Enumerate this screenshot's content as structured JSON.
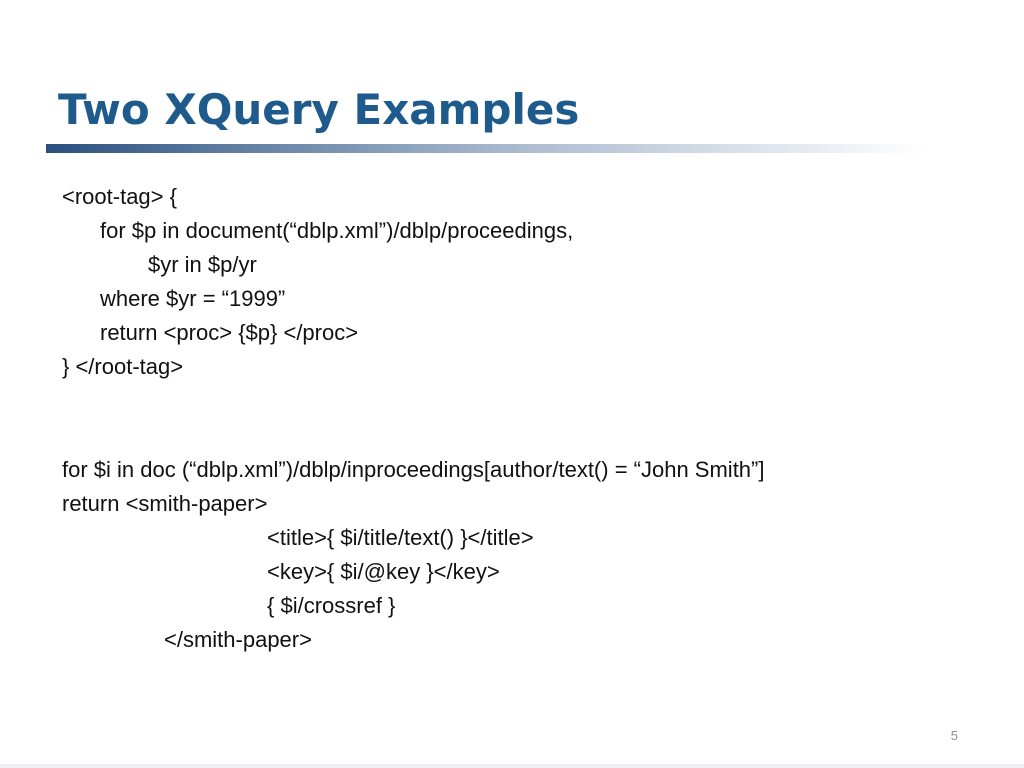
{
  "slide": {
    "title": "Two XQuery Examples",
    "page_number": "5",
    "query1": [
      "<root-tag> {",
      "for $p in document(“dblp.xml”)/dblp/proceedings,",
      "$yr in $p/yr",
      "where $yr = “1999”",
      "return <proc> {$p} </proc>",
      "} </root-tag>"
    ],
    "query2": [
      "for $i in doc (“dblp.xml”)/dblp/inproceedings[author/text() = “John Smith”]",
      "return <smith-paper>",
      "<title>{ $i/title/text() }</title>",
      "<key>{ $i/@key }</key>",
      "{ $i/crossref }",
      "</smith-paper>"
    ]
  }
}
